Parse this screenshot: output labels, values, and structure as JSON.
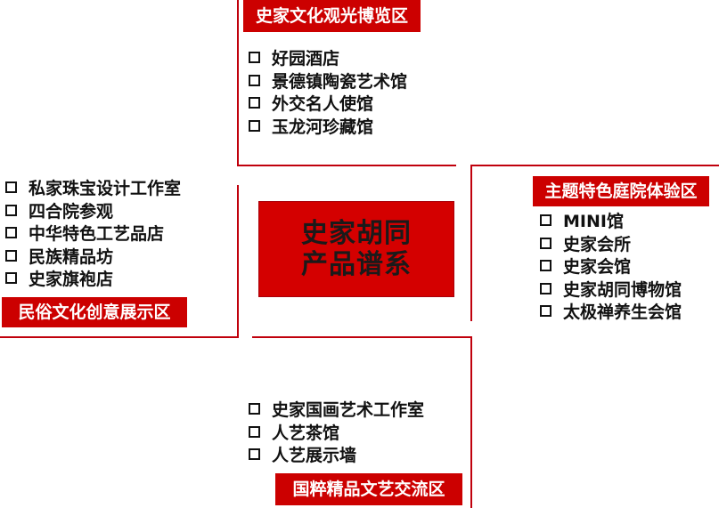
{
  "center": {
    "line1": "史家胡同",
    "line2": "产品谱系"
  },
  "top": {
    "title": "史家文化观光博览区",
    "items": [
      "好园酒店",
      "景德镇陶瓷艺术馆",
      "外交名人使馆",
      "玉龙河珍藏馆"
    ]
  },
  "left": {
    "title": "民俗文化创意展示区",
    "items": [
      "私家珠宝设计工作室",
      "四合院参观",
      "中华特色工艺品店",
      "民族精品坊",
      "史家旗袍店"
    ]
  },
  "right": {
    "title": "主题特色庭院体验区",
    "items": [
      "MINI馆",
      "史家会所",
      "史家会馆",
      "史家胡同博物馆",
      "太极禅养生会馆"
    ]
  },
  "bottom": {
    "title": "国粹精品文艺交流区",
    "items": [
      "史家国画艺术工作室",
      "人艺茶馆",
      "人艺展示墙"
    ]
  },
  "colors": {
    "accent": "#cc0000",
    "text": "#111111"
  }
}
